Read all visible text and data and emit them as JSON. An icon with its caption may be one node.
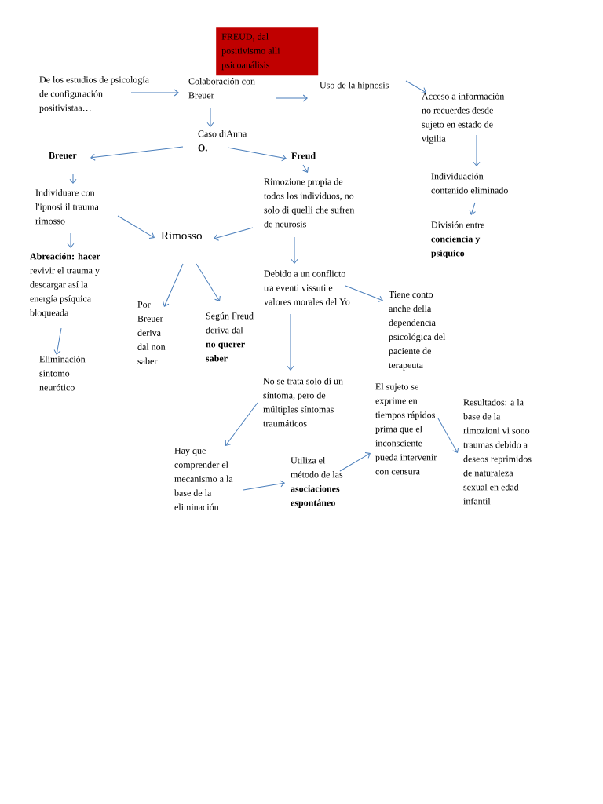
{
  "diagram": {
    "title": "FREUD, dal positivismo alli psicoanálisis",
    "nodes": [
      {
        "text": [
          "De los estudios de psicología de configuración positivistaa…"
        ]
      },
      {
        "text": [
          "Colaboración con Breuer"
        ]
      },
      {
        "text": [
          "Uso de la hipnosis"
        ]
      },
      {
        "text": [
          "Acceso a información no recuerdes desde sujeto en estado de vigilia"
        ]
      },
      {
        "text": [
          "Caso diAnna **O.**"
        ]
      },
      {
        "text": [
          "Breuer"
        ]
      },
      {
        "text": [
          "Freud"
        ]
      },
      {
        "text": [
          "Individuare con l'ipnosi il trauma rimosso"
        ]
      },
      {
        "text": [
          "Rimozione propia de todos los individuos, no solo di quelli che sufren de neurosis"
        ]
      },
      {
        "text": [
          "Rimosso"
        ]
      },
      {
        "text": [
          "**Abreación: hacer** revivir el trauma y descargar así la energía psíquica bloqueada"
        ]
      },
      {
        "text": [
          "Por Breuer deriva dal non saber"
        ]
      },
      {
        "text": [
          "Según Freud deriva dal **no querer saber**"
        ]
      },
      {
        "text": [
          "Debido a un conflicto tra eventi vissuti e valores morales del Yo"
        ]
      },
      {
        "text": [
          "Tiene conto anche della dependencia psicológica del paciente de terapeuta"
        ]
      },
      {
        "text": [
          "Eliminación sintomo neurótico"
        ]
      },
      {
        "text": [
          "Individuación contenido eliminado"
        ]
      },
      {
        "text": [
          "División entre **conciencia y psíquico**"
        ]
      },
      {
        "text": [
          "No se trata solo di un síntoma, pero de múltiples síntomas traumáticos"
        ]
      },
      {
        "text": [
          "Hay que comprender el mecanismo a la base de la eliminación"
        ]
      },
      {
        "text": [
          "Utiliza el método de las **asociaciones espontáneo**"
        ]
      },
      {
        "text": [
          "El sujeto se exprime en tiempos rápidos prima que el inconsciente pueda intervenir con censura"
        ]
      },
      {
        "text": [
          "Resultados: a la base de la rimozioni vi sono traumas debido a deseos reprimidos de naturaleza sexual en edad infantil"
        ]
      }
    ],
    "edges": [
      {
        "from": 0,
        "to": 1,
        "arrow": "to"
      },
      {
        "from": 1,
        "to": 2,
        "arrow": "to"
      },
      {
        "from": 2,
        "to": 3,
        "arrow": "to"
      },
      {
        "from": 1,
        "to": 4,
        "arrow": "to"
      },
      {
        "from": 4,
        "to": 5,
        "arrow": "to"
      },
      {
        "from": 4,
        "to": 6,
        "arrow": "to"
      },
      {
        "from": 6,
        "to": 8,
        "arrow": "to"
      },
      {
        "from": 5,
        "to": 7,
        "arrow": "to"
      },
      {
        "from": 7,
        "to": 9,
        "arrow": "to"
      },
      {
        "from": 8,
        "to": 9,
        "arrow": "to"
      },
      {
        "from": 7,
        "to": 10,
        "arrow": "to"
      },
      {
        "from": 10,
        "to": 15,
        "arrow": "to"
      },
      {
        "from": 9,
        "to": 11,
        "arrow": "to"
      },
      {
        "from": 9,
        "to": 12,
        "arrow": "to"
      },
      {
        "from": 8,
        "to": 13,
        "arrow": "to"
      },
      {
        "from": 13,
        "to": 14,
        "arrow": "to"
      },
      {
        "from": 13,
        "to": 18,
        "arrow": "to"
      },
      {
        "from": 3,
        "to": 16,
        "arrow": "to"
      },
      {
        "from": 16,
        "to": 17,
        "arrow": "to"
      },
      {
        "from": 18,
        "to": 19,
        "arrow": "to"
      },
      {
        "from": 19,
        "to": 20,
        "arrow": "to"
      },
      {
        "from": 20,
        "to": 21,
        "arrow": "to"
      },
      {
        "from": 21,
        "to": 22,
        "arrow": "to"
      }
    ]
  }
}
